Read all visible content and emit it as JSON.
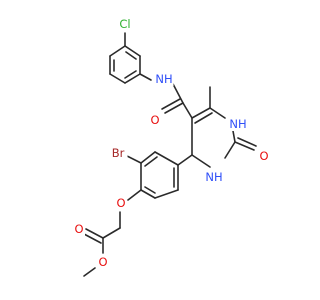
{
  "molecule": {
    "atom_labels": [
      {
        "id": "cl",
        "text": "Cl",
        "color": "#32b232"
      },
      {
        "id": "nh_amide",
        "text": "NH",
        "color": "#3050f8"
      },
      {
        "id": "o_amide",
        "text": "O",
        "color": "#e81010"
      },
      {
        "id": "nh_ring_top",
        "text": "NH",
        "color": "#3050f8"
      },
      {
        "id": "o_urea",
        "text": "O",
        "color": "#e81010"
      },
      {
        "id": "nh_ring_bottom",
        "text": "NH",
        "color": "#3050f8"
      },
      {
        "id": "br",
        "text": "Br",
        "color": "#a62929"
      },
      {
        "id": "o_ether",
        "text": "O",
        "color": "#e81010"
      },
      {
        "id": "o_carbonyl",
        "text": "O",
        "color": "#e81010"
      },
      {
        "id": "o_ester",
        "text": "O",
        "color": "#e81010"
      }
    ]
  }
}
